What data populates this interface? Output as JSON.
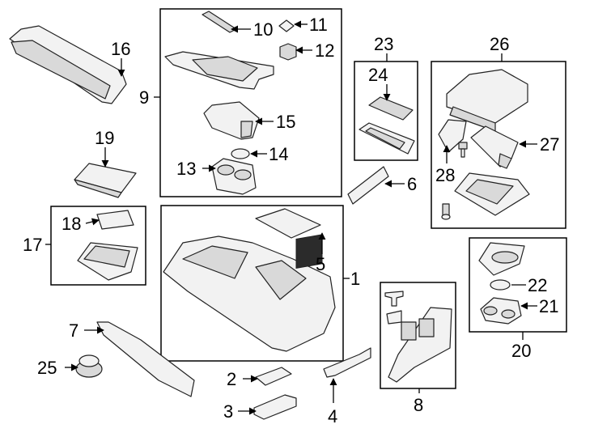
{
  "diagram": {
    "callouts": [
      "1",
      "2",
      "3",
      "4",
      "5",
      "6",
      "7",
      "8",
      "9",
      "10",
      "11",
      "12",
      "13",
      "14",
      "15",
      "16",
      "17",
      "18",
      "19",
      "20",
      "21",
      "22",
      "23",
      "24",
      "25",
      "26",
      "27",
      "28"
    ],
    "colors": {
      "line": "#000000",
      "part_fill": "#f2f2f2",
      "part_shade": "#d9d9d9",
      "background": "#ffffff"
    }
  }
}
